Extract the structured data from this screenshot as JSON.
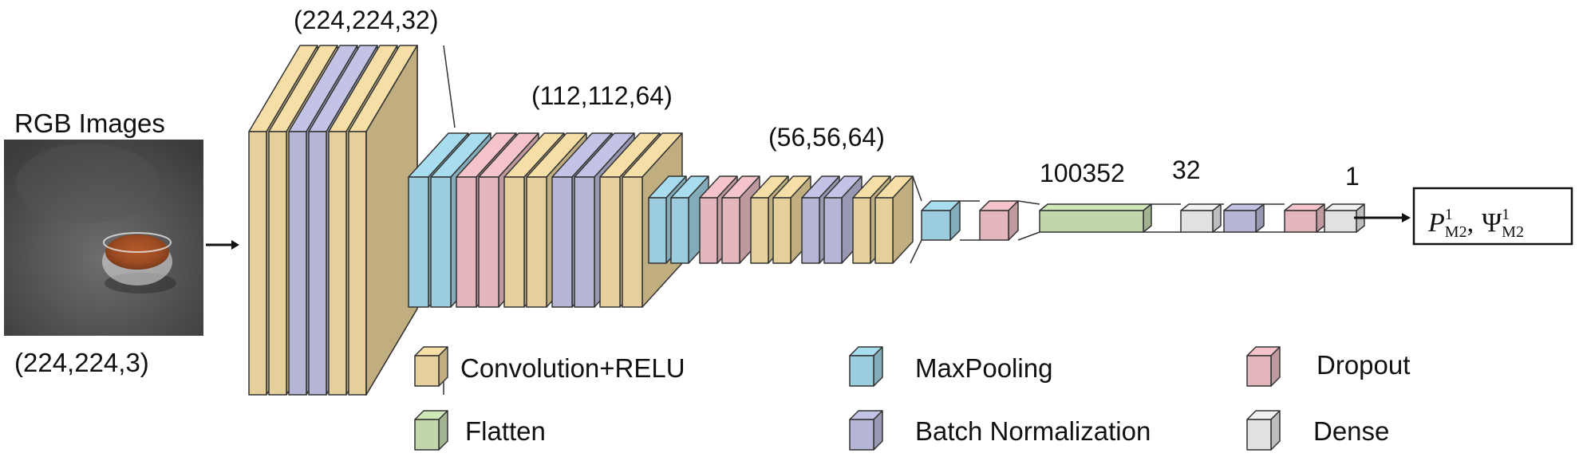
{
  "input": {
    "caption": "RGB Images",
    "shape": "(224,224,3)",
    "photo": "photo of a small glass dish of reddish grains on a grey background"
  },
  "stage_labels": {
    "block1": "(224,224,32)",
    "block2": "(112,112,64)",
    "block3": "(56,56,64)",
    "flatten": "100352",
    "dense32": "32",
    "dense1": "1"
  },
  "output": {
    "label_p": "P",
    "label_p_sup": "1",
    "label_p_sub": "M2",
    "sep": ",",
    "label_psi": "Ψ",
    "label_psi_sup": "1",
    "label_psi_sub": "M2"
  },
  "colors": {
    "conv": "#f6dfa6",
    "maxpool": "#a8dcef",
    "dropout": "#f4c4ca",
    "flatten": "#cfe6b8",
    "batchnorm": "#c3c3e6",
    "dense": "#f2f2f2",
    "stroke": "#333333"
  },
  "legend": [
    {
      "key": "conv",
      "label": "Convolution+RELU"
    },
    {
      "key": "maxpool",
      "label": "MaxPooling"
    },
    {
      "key": "dropout",
      "label": "Dropout"
    },
    {
      "key": "flatten",
      "label": "Flatten"
    },
    {
      "key": "batchnorm",
      "label": "Batch Normalization"
    },
    {
      "key": "dense",
      "label": "Dense"
    }
  ]
}
